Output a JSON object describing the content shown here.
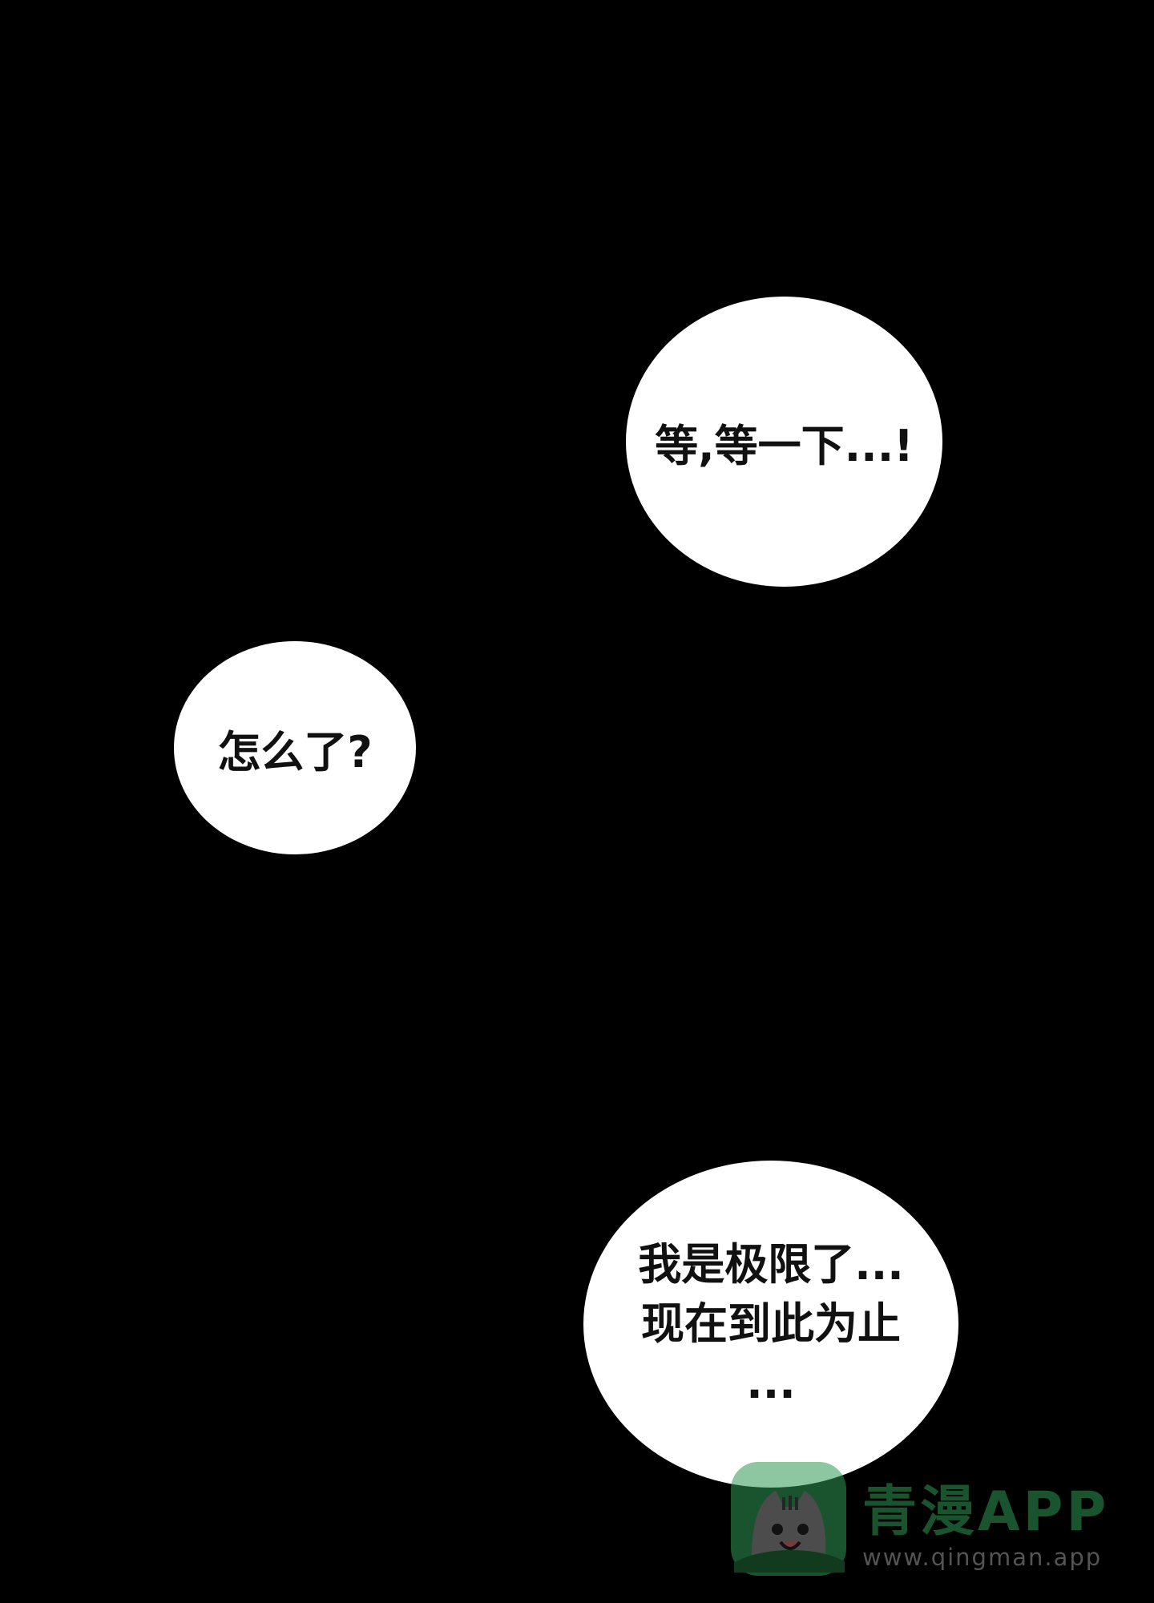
{
  "bubbles": {
    "wait": "等,等一下...!",
    "what": "怎么了?",
    "limit_line1": "我是极限了...",
    "limit_line2": "现在到此为止",
    "limit_line3": "..."
  },
  "watermark": {
    "title": "青漫APP",
    "url": "www.qingman.app",
    "logo_icon": "cat-mascot-icon",
    "accent_color": "#2f9a55"
  }
}
